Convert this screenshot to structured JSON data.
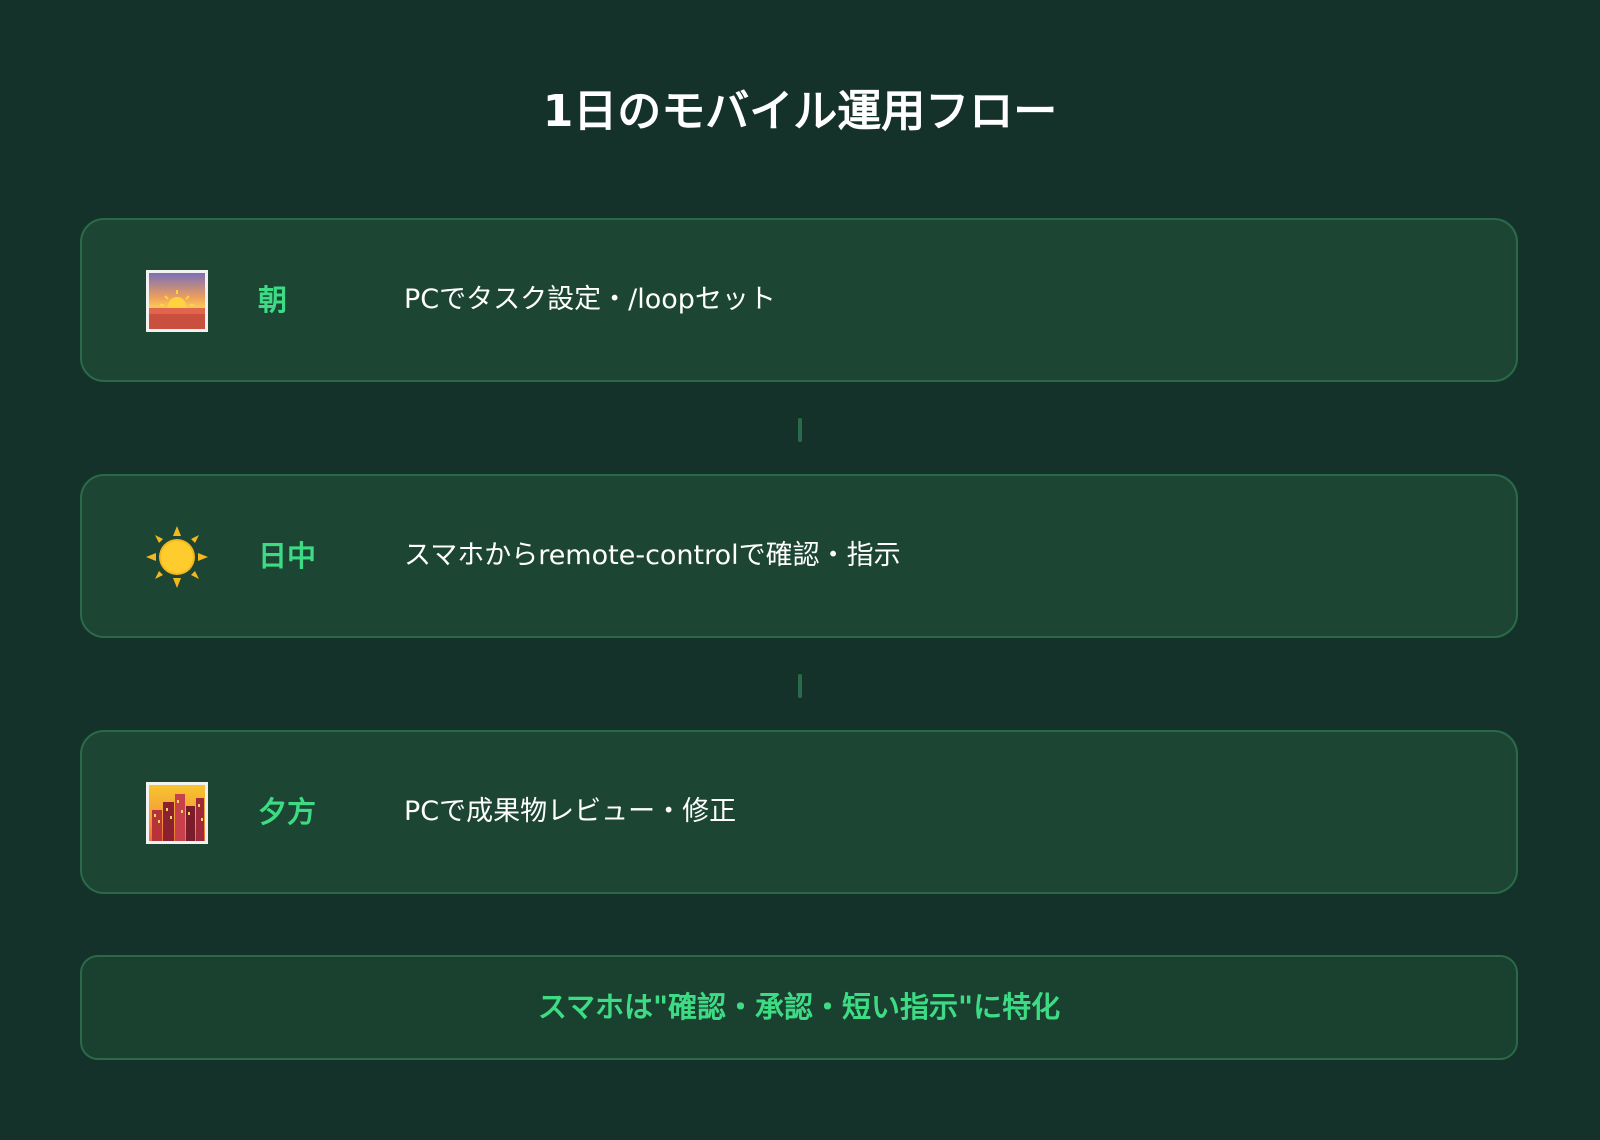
{
  "title": "1日のモバイル運用フロー",
  "steps": [
    {
      "icon": "sunrise-icon",
      "label": "朝",
      "description": "PCでタスク設定・/loopセット"
    },
    {
      "icon": "sun-icon",
      "label": "日中",
      "description": "スマホからremote-controlで確認・指示"
    },
    {
      "icon": "cityscape-dusk-icon",
      "label": "夕方",
      "description": "PCで成果物レビュー・修正"
    }
  ],
  "summary": "スマホは\"確認・承認・短い指示\"に特化",
  "colors": {
    "background": "#15322a",
    "card": "#1c4534",
    "border": "#2a6a4a",
    "accent": "#3ddc84",
    "text": "#ffffff"
  }
}
